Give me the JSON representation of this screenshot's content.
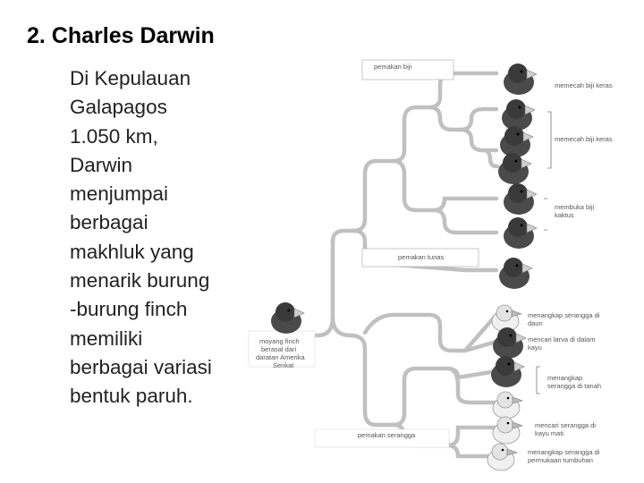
{
  "slide": {
    "title": "2.  Charles Darwin",
    "body_lines": [
      "Di Kepulauan",
      "Galapagos",
      "1.050 km,",
      "Darwin",
      "menjumpai",
      "berbagai",
      "makhluk yang",
      "menarik burung",
      "-burung finch",
      "memiliki",
      "berbagai variasi",
      "bentuk paruh."
    ]
  },
  "diagram": {
    "ancestor_label": [
      "moyang finch",
      "berasal dari",
      "daratan Amerika",
      "Serikat"
    ],
    "group_labels": {
      "seed_eaters": "pemakan biji",
      "bud_eaters": "pemakan tunas",
      "insect_eaters": "pemakan serangga"
    },
    "beak_labels": {
      "crush_large_seeds": "memecah biji keras",
      "crush_seeds": "memecah biji keras",
      "open_cactus": [
        "membuka biji",
        "kaktus"
      ],
      "catch_insects_leaves": [
        "menangkap serangga di",
        "daun"
      ],
      "find_larvae_wood": [
        "mencari larva di dalam",
        "kayu"
      ],
      "catch_insects_ground": [
        "menangkap",
        "serangga di tanah"
      ],
      "find_insects_dead_wood": [
        "mencari serangga di",
        "kayu mati"
      ],
      "catch_insects_plant_surface": [
        "menangkap serangga di",
        "permukaan tumbuhan"
      ]
    }
  }
}
